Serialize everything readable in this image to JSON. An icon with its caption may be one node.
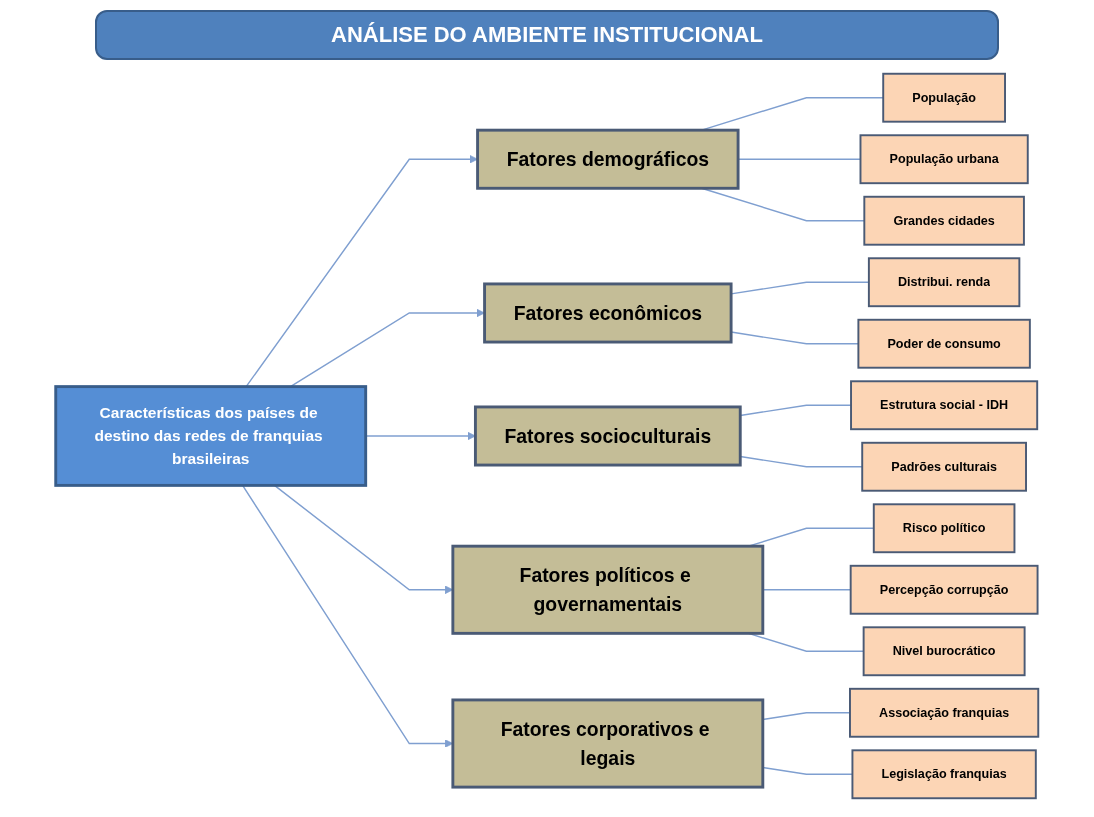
{
  "diagram": {
    "title": "ANÁLISE DO AMBIENTE INSTITUCIONAL",
    "nodes": [
      {
        "text": [
          "Características dos países de destino das redes de franquias brasileiras"
        ]
      },
      {
        "text": [
          "Fatores demográficos"
        ]
      },
      {
        "text": [
          "População"
        ]
      },
      {
        "text": [
          "População urbana"
        ]
      },
      {
        "text": [
          "Grandes cidades"
        ]
      },
      {
        "text": [
          "Fatores econômicos"
        ]
      },
      {
        "text": [
          "Distribui. renda"
        ]
      },
      {
        "text": [
          "Poder de consumo"
        ]
      },
      {
        "text": [
          "Fatores socioculturais"
        ]
      },
      {
        "text": [
          "Estrutura social - IDH"
        ]
      },
      {
        "text": [
          "Padrões culturais"
        ]
      },
      {
        "text": [
          "Fatores políticos e governamentais"
        ]
      },
      {
        "text": [
          "Risco político"
        ]
      },
      {
        "text": [
          "Percepção corrupção"
        ]
      },
      {
        "text": [
          "Nivel burocrático"
        ]
      },
      {
        "text": [
          "Fatores corporativos e legais"
        ]
      },
      {
        "text": [
          "Associação franquias"
        ]
      },
      {
        "text": [
          "Legislação franquias"
        ]
      }
    ],
    "edges": [
      {
        "from": 0,
        "to": 1,
        "arrow": "to"
      },
      {
        "from": 0,
        "to": 5,
        "arrow": "to"
      },
      {
        "from": 0,
        "to": 8,
        "arrow": "to"
      },
      {
        "from": 0,
        "to": 11,
        "arrow": "to"
      },
      {
        "from": 0,
        "to": 15,
        "arrow": "to"
      },
      {
        "from": 1,
        "to": 2,
        "arrow": "none"
      },
      {
        "from": 1,
        "to": 3,
        "arrow": "none"
      },
      {
        "from": 1,
        "to": 4,
        "arrow": "none"
      },
      {
        "from": 5,
        "to": 6,
        "arrow": "none"
      },
      {
        "from": 5,
        "to": 7,
        "arrow": "none"
      },
      {
        "from": 8,
        "to": 9,
        "arrow": "none"
      },
      {
        "from": 8,
        "to": 10,
        "arrow": "none"
      },
      {
        "from": 11,
        "to": 12,
        "arrow": "none"
      },
      {
        "from": 11,
        "to": 13,
        "arrow": "none"
      },
      {
        "from": 11,
        "to": 14,
        "arrow": "none"
      },
      {
        "from": 15,
        "to": 16,
        "arrow": "none"
      },
      {
        "from": 15,
        "to": 17,
        "arrow": "none"
      }
    ]
  }
}
